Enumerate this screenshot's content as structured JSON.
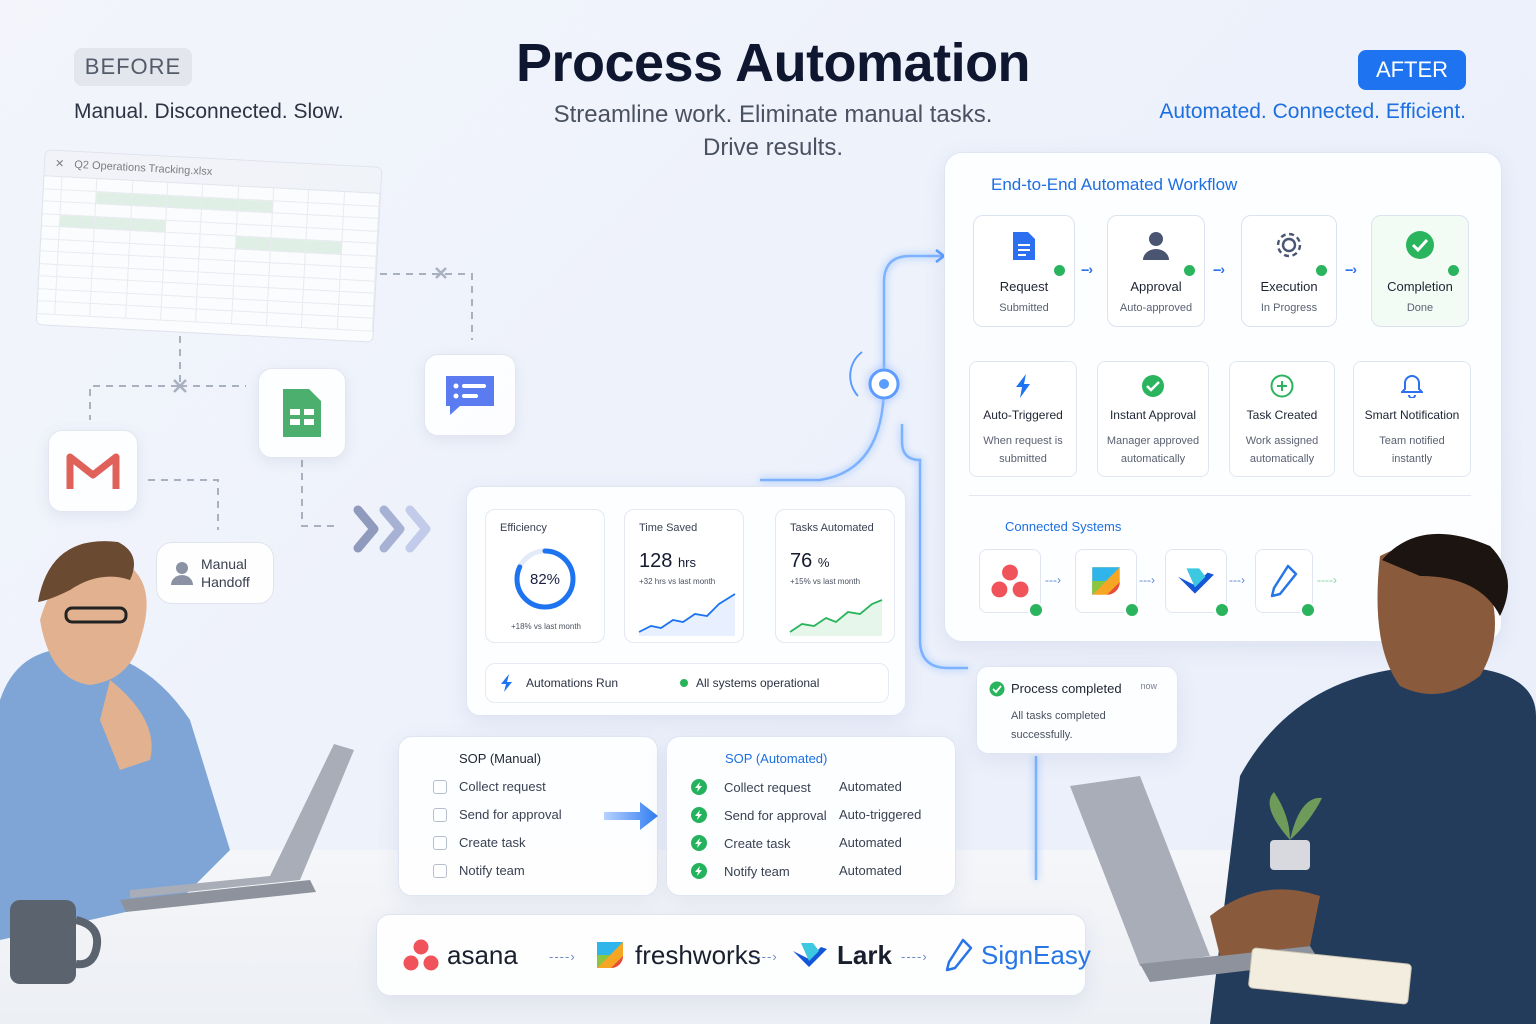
{
  "header": {
    "title": "Process Automation",
    "subtitle_line1": "Streamline work. Eliminate manual tasks.",
    "subtitle_line2": "Drive results.",
    "before_tag": "BEFORE",
    "before_sub": "Manual. Disconnected. Slow.",
    "after_tag": "AFTER",
    "after_sub": "Automated. Connected. Efficient."
  },
  "before": {
    "sheet_filename": "Q2 Operations Tracking.xlsx",
    "handoff_label_1": "Manual",
    "handoff_label_2": "Handoff"
  },
  "metrics": {
    "efficiency": {
      "label": "Efficiency",
      "value": "82%",
      "delta": "+18% vs last month",
      "percent": 82
    },
    "time_saved": {
      "label": "Time Saved",
      "value": "128",
      "unit": "hrs",
      "delta": "+32 hrs vs last month"
    },
    "tasks_automated": {
      "label": "Tasks Automated",
      "value": "76",
      "unit": "%",
      "delta": "+15% vs last month"
    },
    "automations_run": "Automations Run",
    "status": "All systems operational"
  },
  "sop_manual": {
    "title": "SOP (Manual)",
    "items": [
      "Collect request",
      "Send for approval",
      "Create task",
      "Notify team"
    ]
  },
  "sop_auto": {
    "title": "SOP (Automated)",
    "items": [
      {
        "label": "Collect request",
        "status": "Automated"
      },
      {
        "label": "Send for approval",
        "status": "Auto-triggered"
      },
      {
        "label": "Create task",
        "status": "Automated"
      },
      {
        "label": "Notify team",
        "status": "Automated"
      }
    ]
  },
  "brands": [
    "asana",
    "freshworks",
    "Lark",
    "SignEasy"
  ],
  "workflow": {
    "title": "End-to-End Automated Workflow",
    "steps": [
      {
        "label": "Request",
        "sub": "Submitted"
      },
      {
        "label": "Approval",
        "sub": "Auto-approved"
      },
      {
        "label": "Execution",
        "sub": "In Progress"
      },
      {
        "label": "Completion",
        "sub": "Done"
      }
    ],
    "features": [
      {
        "label": "Auto-Triggered",
        "desc": "When request is submitted"
      },
      {
        "label": "Instant Approval",
        "desc": "Manager approved automatically"
      },
      {
        "label": "Task Created",
        "desc": "Work assigned automatically"
      },
      {
        "label": "Smart Notification",
        "desc": "Team notified instantly"
      }
    ],
    "connected_title": "Connected Systems"
  },
  "notification": {
    "title": "Process completed",
    "time": "now",
    "body": "All tasks completed successfully."
  },
  "colors": {
    "accent": "#1e74f0",
    "success": "#2bb45e"
  }
}
